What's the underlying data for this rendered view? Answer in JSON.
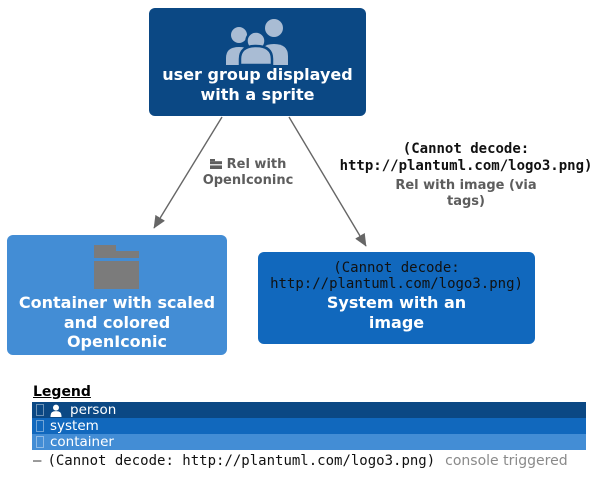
{
  "diagram": {
    "person": {
      "name": "user group displayed\nwith a sprite"
    },
    "container": {
      "name": "Container with scaled\nand colored\nOpenIconic"
    },
    "system": {
      "cannot_decode": "(Cannot decode:\nhttp://plantuml.com/logo3.png)",
      "name": "System with an\nimage"
    },
    "edge_left": {
      "label": "Rel with\nOpenIconinc"
    },
    "edge_right": {
      "cannot_decode": "(Cannot decode:\nhttp://plantuml.com/logo3.png)",
      "label": "Rel with image (via\ntags)"
    }
  },
  "legend": {
    "title": "Legend",
    "rows": [
      {
        "label": "person",
        "color": "#0B4884"
      },
      {
        "label": "system",
        "color": "#1168BD"
      },
      {
        "label": "container",
        "color": "#438DD5"
      }
    ],
    "footnote": {
      "dash": "–",
      "cannot_decode": "(Cannot decode: http://plantuml.com/logo3.png)",
      "note": "console triggered"
    }
  },
  "icons": {
    "sprite": "user-group-sprite",
    "container_icon": "folder-icon",
    "edge_left_icon": "folder-icon",
    "legend_person_icon": "person-icon"
  },
  "colors": {
    "person_bg": "#0B4884",
    "system_bg": "#1168BD",
    "container_bg": "#438DD5",
    "sprite_fill": "#A9BCD4",
    "folder_fill": "#7B7B7B",
    "edge": "#666666",
    "edge_label_text": "#5D5D5D",
    "console_note_text": "#8A8A8A"
  }
}
